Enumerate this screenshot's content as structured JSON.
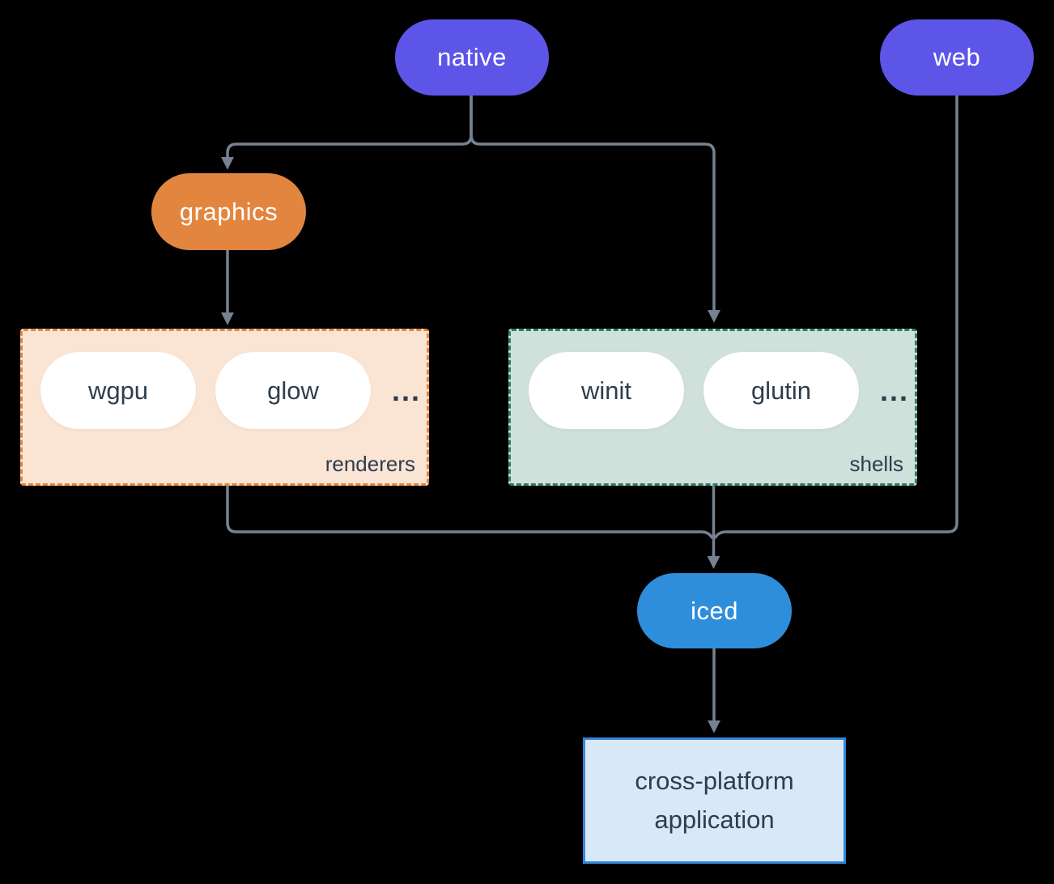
{
  "diagram": {
    "background_color": "#000000",
    "connector_color": "#76828F",
    "nodes": {
      "native": {
        "label": "native",
        "fill": "#5D55E8",
        "text_color": "#FFFFFF"
      },
      "web": {
        "label": "web",
        "fill": "#5D55E8",
        "text_color": "#FFFFFF"
      },
      "graphics": {
        "label": "graphics",
        "fill": "#E2863F",
        "text_color": "#FFFFFF"
      },
      "iced": {
        "label": "iced",
        "fill": "#2F8EDB",
        "text_color": "#FFFFFF"
      },
      "application": {
        "label": "cross-platform application",
        "fill": "#D9E8F7",
        "border_color": "#3287D8",
        "text_color": "#2E3D4D"
      }
    },
    "groups": {
      "renderers": {
        "label": "renderers",
        "fill": "#FAE4D4",
        "border_color": "#E2863F",
        "items": [
          "wgpu",
          "glow"
        ],
        "more": "...",
        "text_color": "#2E3D4D"
      },
      "shells": {
        "label": "shells",
        "fill": "#D0E0DA",
        "border_color": "#2E7D6C",
        "items": [
          "winit",
          "glutin"
        ],
        "more": "...",
        "text_color": "#2E3D4D"
      }
    },
    "edges": [
      {
        "from": "native",
        "to": "graphics"
      },
      {
        "from": "native",
        "to": "shells"
      },
      {
        "from": "graphics",
        "to": "renderers"
      },
      {
        "from": "renderers",
        "to": "iced"
      },
      {
        "from": "shells",
        "to": "iced"
      },
      {
        "from": "web",
        "to": "iced"
      },
      {
        "from": "iced",
        "to": "application"
      }
    ]
  }
}
